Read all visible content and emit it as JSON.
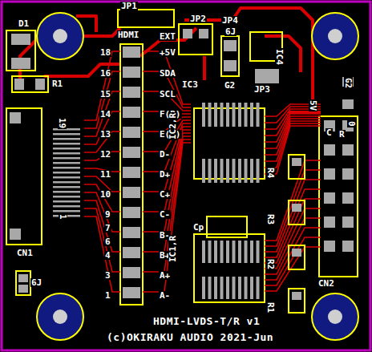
{
  "diagram": {
    "title": "HDMI-LVDS-T/R v1",
    "caption": "(c)OKIRAKU AUDIO 2021-Jun",
    "labels": [
      "D1",
      "R1",
      "JP1",
      "HDMI",
      "EXT",
      "+5V",
      "SDA",
      "SCL",
      "F(R)",
      "E(P)",
      "D-",
      "D+",
      "C+",
      "C-",
      "B-",
      "B+",
      "A+",
      "A-",
      "18",
      "16",
      "15",
      "14",
      "13",
      "12",
      "11",
      "10",
      "9",
      "7",
      "6",
      "4",
      "3",
      "1",
      "JP2",
      "JP4",
      "6J",
      "G2",
      "IC3",
      "JP3",
      "IC4",
      "IC2,R",
      "IC1,R",
      "Cp",
      "R4",
      "R3",
      "R2",
      "R1",
      "CN1",
      "CN2",
      "6J",
      "19",
      "1",
      "5V",
      "G2",
      "C",
      "R",
      "0"
    ]
  }
}
